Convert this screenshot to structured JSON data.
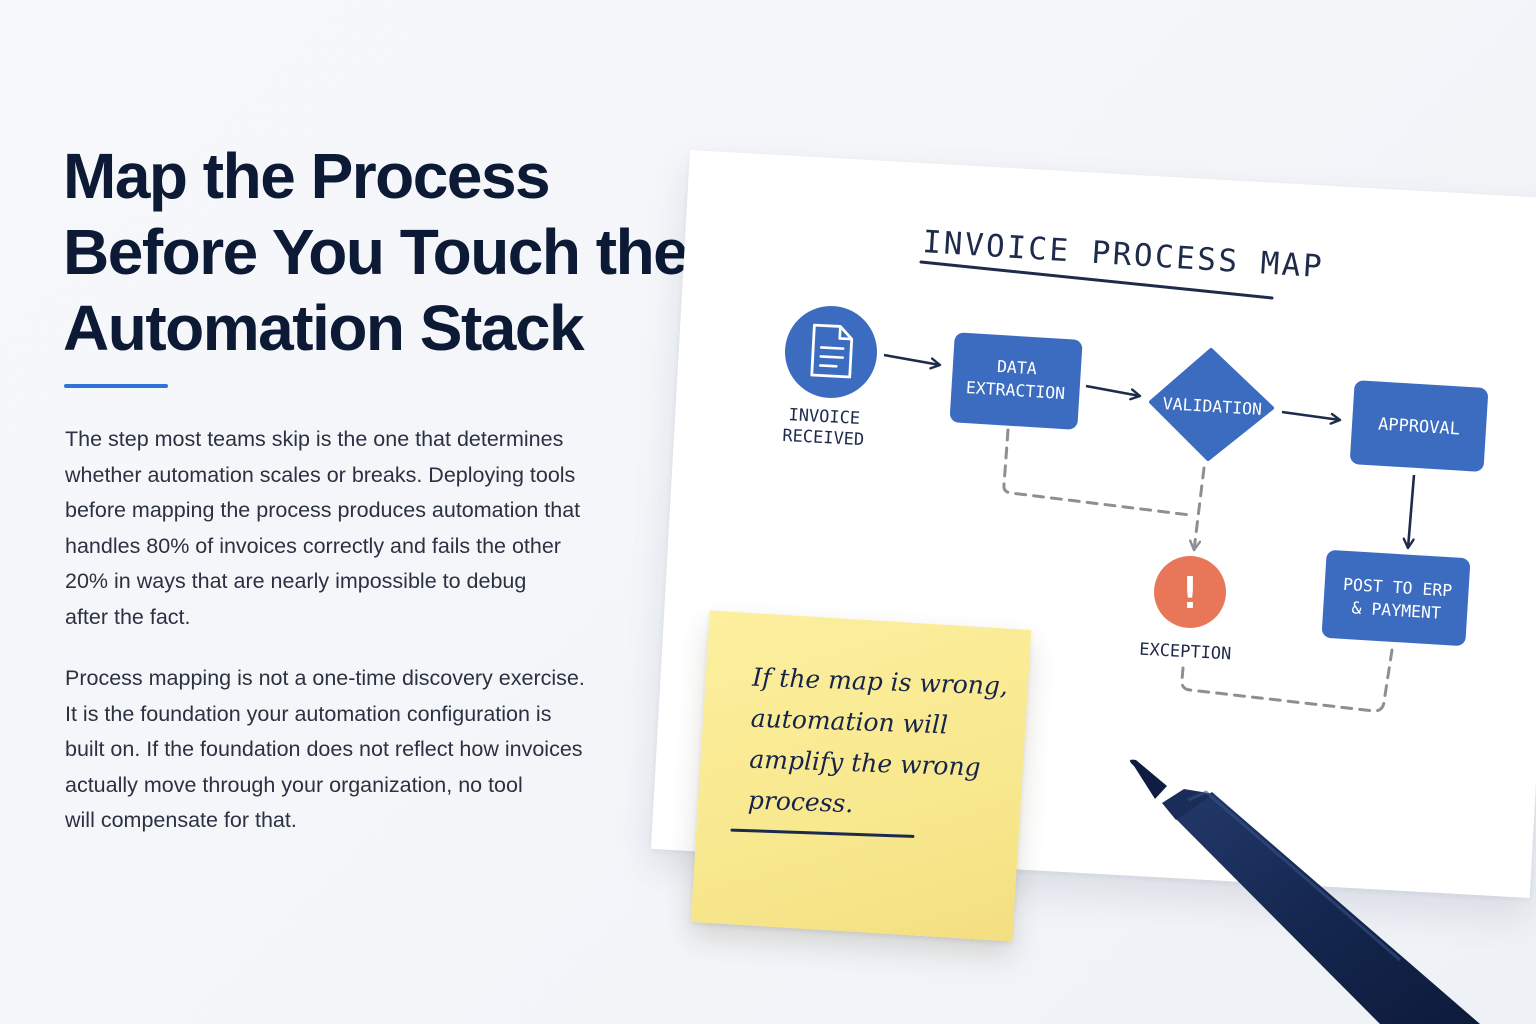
{
  "headline": {
    "lines": [
      "Map the Process",
      "Before You Touch the",
      "Automation Stack"
    ]
  },
  "body": {
    "paragraph1": [
      "The step most teams skip is the one that determines",
      "whether automation scales or breaks. Deploying tools",
      "before mapping the process produces automation that",
      "handles 80% of invoices correctly and fails the other",
      "20% in ways that are nearly impossible to debug",
      "after the fact."
    ],
    "paragraph2": [
      "Process mapping is not a one-time discovery exercise.",
      "It is the foundation your automation configuration is",
      "built on. If the foundation does not reflect how invoices",
      "actually move through your organization, no tool",
      "will compensate for that."
    ]
  },
  "diagram": {
    "title": "INVOICE PROCESS MAP",
    "nodes": {
      "invoice_received": [
        "INVOICE",
        "RECEIVED"
      ],
      "data_extraction": [
        "DATA",
        "EXTRACTION"
      ],
      "validation": "VALIDATION",
      "approval": "APPROVAL",
      "post_to_erp": [
        "POST TO ERP",
        "& PAYMENT"
      ],
      "exception_symbol": "!",
      "exception": "EXCEPTION"
    },
    "colors": {
      "node_blue": "#3b6cc0",
      "exception_orange": "#e8775a",
      "ink": "#1e2b4a",
      "dashed": "#8c8f96"
    },
    "icons": {
      "invoice_received": "document-icon",
      "exception": "exclamation-icon"
    }
  },
  "sticky_note": {
    "lines": [
      "If the map is wrong,",
      "automation will",
      "amplify the wrong",
      "process."
    ]
  }
}
